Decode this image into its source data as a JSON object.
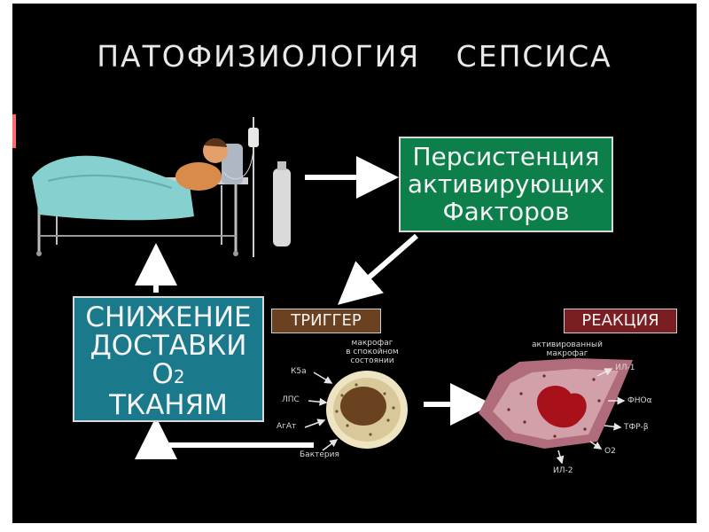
{
  "title": "ПАТОФИЗИОЛОГИЯ СЕПСИСА",
  "persistence_box": {
    "line1": "Персистенция",
    "line2": "активирующих",
    "line3": "Факторов"
  },
  "delivery_box": {
    "line1": "СНИЖЕНИЕ",
    "line2": "ДОСТАВКИ",
    "line3_main": "О",
    "line3_sub": "2",
    "line4": "ТКАНЯМ"
  },
  "trigger_label": "ТРИГГЕР",
  "reaction_label": "РЕАКЦИЯ",
  "resting_macrophage": {
    "line1": "макрофаг",
    "line2": "в спокойном",
    "line3": "состоянии"
  },
  "activated_macrophage": {
    "line1": "активированный",
    "line2": "макрофаг"
  },
  "triggers": [
    "К5а",
    "ЛПС",
    "АгАт",
    "Бактерия"
  ],
  "outputs": [
    "ИЛ-1",
    "ФНОα",
    "ТФР-β",
    "О2",
    "ИЛ-2"
  ],
  "colors": {
    "green_box": "#0d7f4a",
    "teal_box": "#1a7a8c",
    "trigger_label": "#6a4222",
    "reaction_label": "#7a1e22",
    "background": "#000000"
  }
}
